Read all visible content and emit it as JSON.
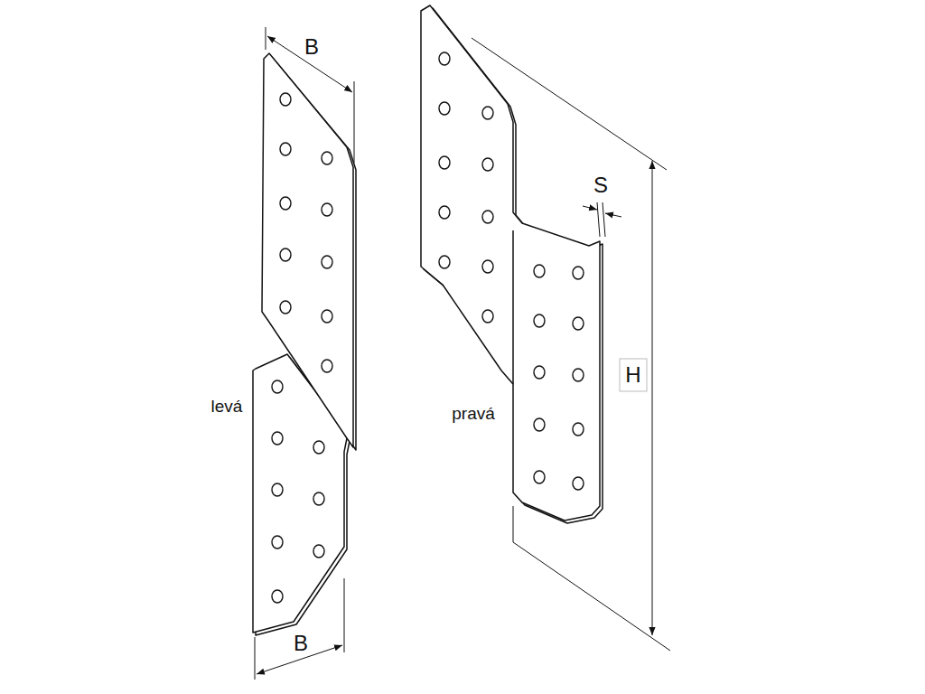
{
  "diagram": {
    "labels": [
      "B",
      "levá",
      "B",
      "S",
      "pravá",
      "H"
    ]
  }
}
